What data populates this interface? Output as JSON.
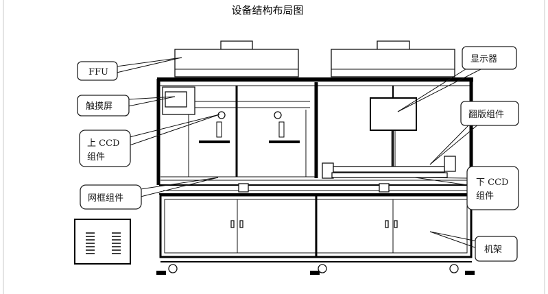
{
  "title": "设备结构布局图",
  "labels": {
    "ffu": "FFU",
    "touchscreen": "触摸屏",
    "upper_ccd_line1": "上 CCD",
    "upper_ccd_line2": "组件",
    "screen_frame": "网框组件",
    "monitor": "显示器",
    "flip_plate": "翻版组件",
    "lower_ccd_line1": "下 CCD",
    "lower_ccd_line2": "组件",
    "machine_frame": "机架"
  },
  "colors": {
    "line": "#000000",
    "background": "#ffffff",
    "border": "#c8c8c8"
  }
}
